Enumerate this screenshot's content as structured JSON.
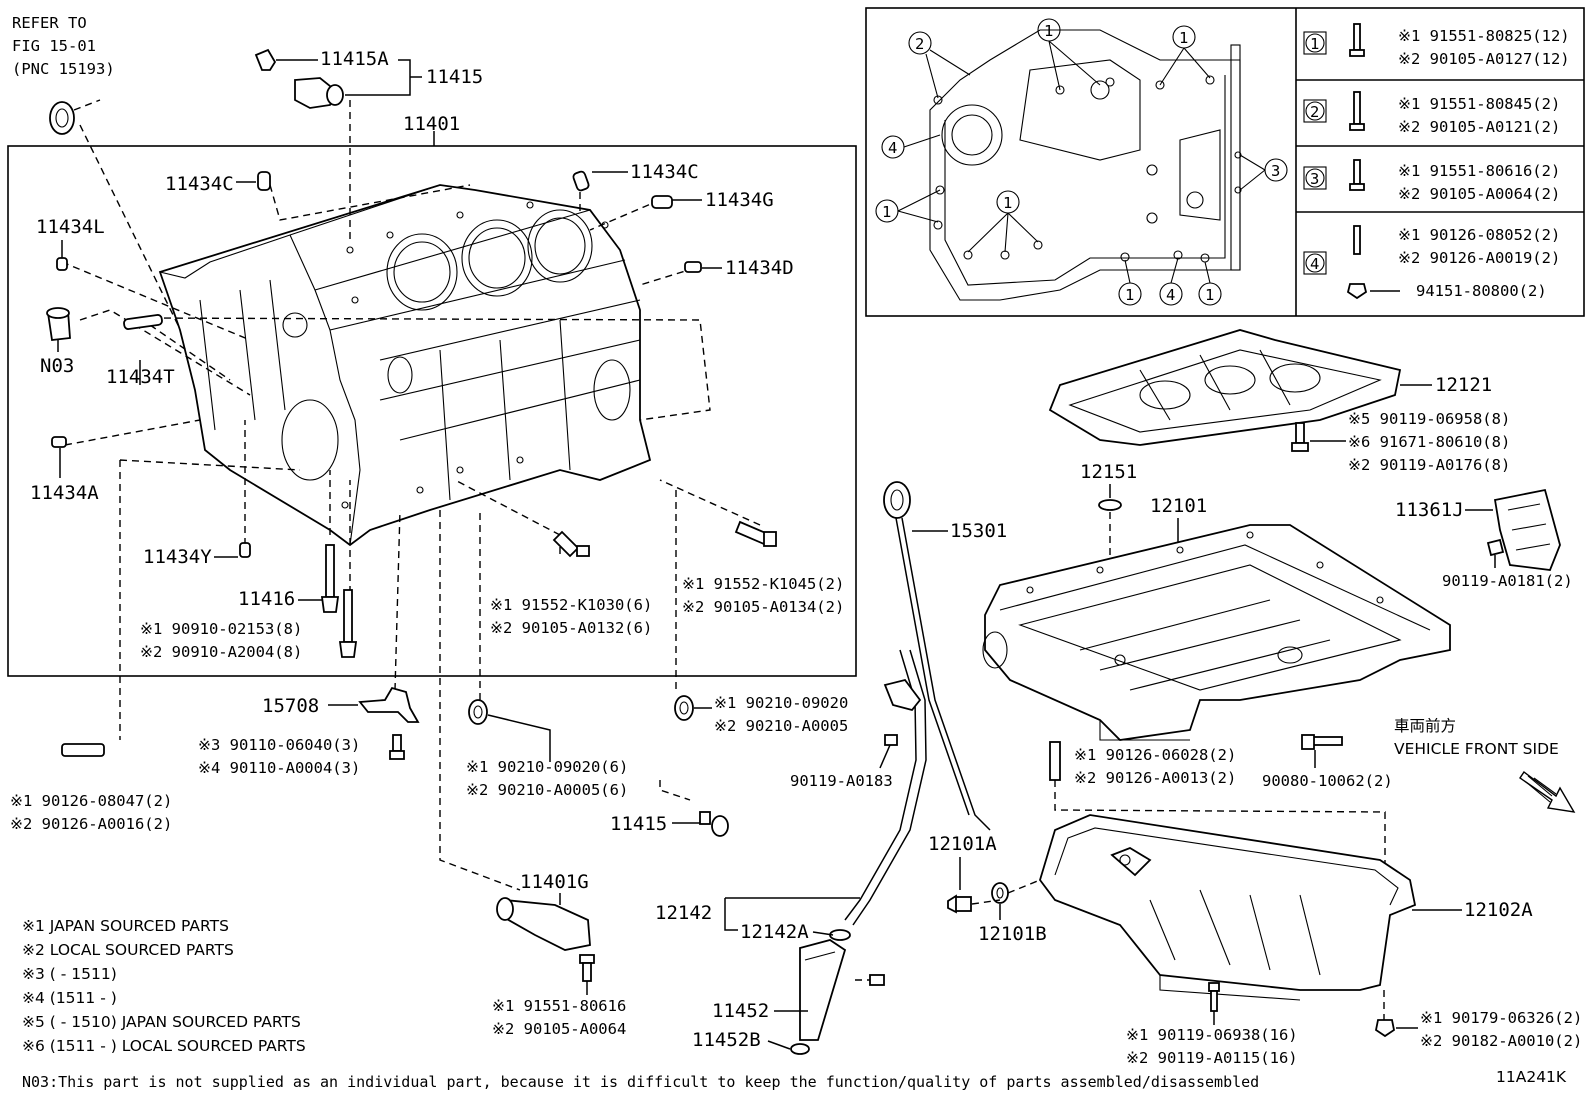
{
  "refer": [
    "REFER TO",
    "FIG 15-01",
    "(PNC 15193)"
  ],
  "parts": {
    "p11401": "11401",
    "p11415A": "11415A",
    "p11415": "11415",
    "p11415b": "11415",
    "p11434C_a": "11434C",
    "p11434C_b": "11434C",
    "p11434G": "11434G",
    "p11434D": "11434D",
    "p11434L": "11434L",
    "pN03": "N03",
    "p11434T": "11434T",
    "p11434A": "11434A",
    "p11434Y": "11434Y",
    "p11416": "11416",
    "p15708": "15708",
    "p11401G": "11401G",
    "p12142": "12142",
    "p12142A": "12142A",
    "p11452": "11452",
    "p11452B": "11452B",
    "p15301": "15301",
    "p12151": "12151",
    "p12101": "12101",
    "p12121": "12121",
    "p11361J": "11361J",
    "p12101A": "12101A",
    "p12101B": "12101B",
    "p12102A": "12102A"
  },
  "refs": {
    "r11416_1": "※1 90910-02153(8)",
    "r11416_2": "※2 90910-A2004(8)",
    "rK1030_1": "※1 91552-K1030(6)",
    "rK1030_2": "※2 90105-A0132(6)",
    "rK1045_1": "※1 91552-K1045(2)",
    "rK1045_2": "※2 90105-A0134(2)",
    "r90210b_1": "※1 90210-09020",
    "r90210b_2": "※2 90210-A0005",
    "r90210a_1": "※1 90210-09020(6)",
    "r90210a_2": "※2 90210-A0005(6)",
    "r15708_1": "※3 90110-06040(3)",
    "r15708_2": "※4 90110-A0004(3)",
    "r08047_1": "※1 90126-08047(2)",
    "r08047_2": "※2 90126-A0016(2)",
    "r80616_1": "※1 91551-80616",
    "r80616_2": "※2 90105-A0064",
    "rA0183": "90119-A0183",
    "r06028_1": "※1 90126-06028(2)",
    "r06028_2": "※2 90126-A0013(2)",
    "r10062": "90080-10062(2)",
    "rA0181": "90119-A0181(2)",
    "r12121_1": "※5 90119-06958(8)",
    "r12121_2": "※6 91671-80610(8)",
    "r12121_3": "※2 90119-A0176(8)",
    "r06938_1": "※1 90119-06938(16)",
    "r06938_2": "※2 90119-A0115(16)",
    "r06326_1": "※1 90179-06326(2)",
    "r06326_2": "※2 90182-A0010(2)"
  },
  "inset_table": [
    {
      "num": "1",
      "lines": [
        "※1 91551-80825(12)",
        "※2 90105-A0127(12)"
      ]
    },
    {
      "num": "2",
      "lines": [
        "※1 91551-80845(2)",
        "※2 90105-A0121(2)"
      ]
    },
    {
      "num": "3",
      "lines": [
        "※1 91551-80616(2)",
        "※2 90105-A0064(2)"
      ]
    },
    {
      "num": "4",
      "lines": [
        "※1 90126-08052(2)",
        "※2 90126-A0019(2)",
        "94151-80800(2)"
      ]
    }
  ],
  "callouts": {
    "c1": "1",
    "c2": "2",
    "c3": "3",
    "c4": "4"
  },
  "direction": {
    "jp": "車両前方",
    "en": "VEHICLE FRONT SIDE"
  },
  "legend": [
    "※1 JAPAN SOURCED PARTS",
    "※2 LOCAL SOURCED PARTS",
    "※3 (      - 1511)",
    "※4 (1511 -      )",
    "※5 (      - 1510) JAPAN SOURCED PARTS",
    "※6 (1511 -      ) LOCAL SOURCED PARTS"
  ],
  "footnote": "N03:This part is not supplied as an individual part, because it is difficult to keep the function/quality of parts assembled/disassembled",
  "figure_id": "11A241K"
}
